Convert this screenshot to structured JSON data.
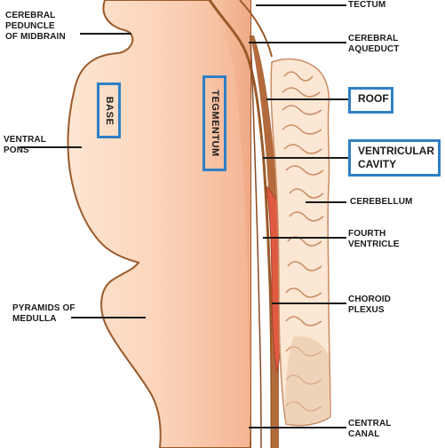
{
  "colors": {
    "outline": "#9a5a2a",
    "tissue_light": "#fde2cc",
    "tissue_mid": "#f6bfa0",
    "ventricle_red": "#e05a42",
    "cerebellum": "#fbe7d3",
    "cerebellum_dark": "#d9a98a",
    "leader": "#1a1a1a",
    "box": "#2f7fc4"
  },
  "labels": {
    "tectum": "TECTUM",
    "cerebral_peduncle": "CEREBRAL\nPEDUNCLE\nOF MIDBRAIN",
    "cerebral_aqueduct": "CEREBRAL\nAQUEDUCT",
    "ventral_pons": "VENTRAL\nPONS",
    "cerebellum": "CEREBELLUM",
    "fourth_ventricle": "FOURTH\nVENTRICLE",
    "pyramids_of_medulla": "PYRAMIDS OF\nMEDULLA",
    "choroid_plexus": "CHOROID\nPLEXUS",
    "central_canal": "CENTRAL\nCANAL"
  },
  "boxes": {
    "base": "BASE",
    "tegmentum": "TEGMENTUM",
    "roof": "ROOF",
    "ventricular_cavity": "VENTRICULAR\nCAVITY"
  }
}
